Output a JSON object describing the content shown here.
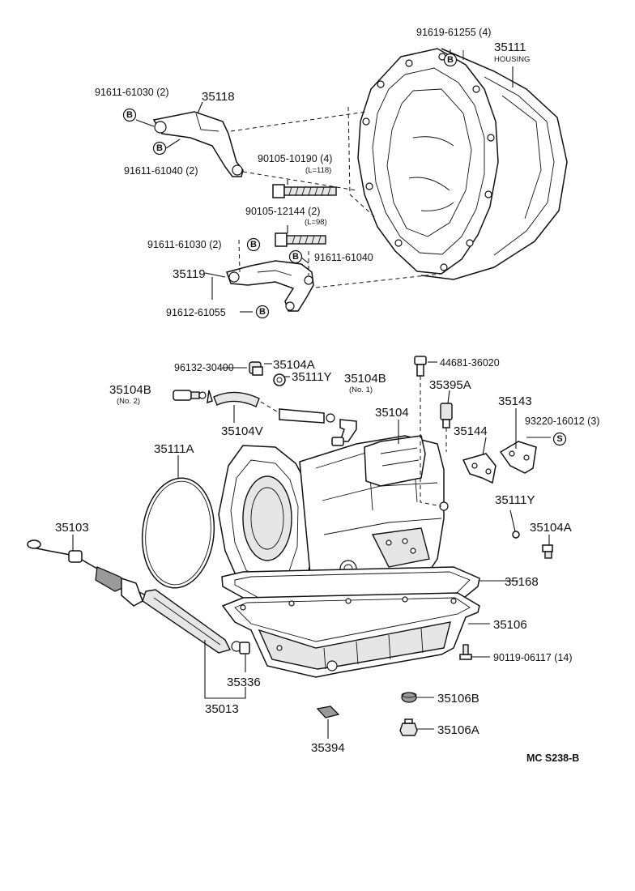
{
  "callouts": {
    "p_91619_61255": "91619-61255 (4)",
    "p_35111": "35111",
    "p_35111_sub": "HOUSING",
    "p_91611_61030_a": "91611-61030 (2)",
    "p_35118": "35118",
    "p_91611_61040_a": "91611-61040 (2)",
    "p_90105_10190": "90105-10190 (4)",
    "p_90105_10190_sub": "(L=118)",
    "p_90105_12144": "90105-12144 (2)",
    "p_90105_12144_sub": "(L=98)",
    "p_91611_61030_b": "91611-61030 (2)",
    "p_91611_61040_b": "91611-61040",
    "p_35119": "35119",
    "p_91612_61055": "91612-61055",
    "p_96132_30400": "96132-30400",
    "p_35104A_top": "35104A",
    "p_35111Y_top": "35111Y",
    "p_44681_36020": "44681-36020",
    "p_35104B_no2": "35104B",
    "p_35104B_no2_sub": "(No. 2)",
    "p_35104B_no1": "35104B",
    "p_35104B_no1_sub": "(No. 1)",
    "p_35395A": "35395A",
    "p_35143": "35143",
    "p_35104": "35104",
    "p_35104V": "35104V",
    "p_93220_16012": "93220-16012 (3)",
    "p_35144": "35144",
    "p_35111A": "35111A",
    "p_35111Y_mid": "35111Y",
    "p_35103": "35103",
    "p_35104A_mid": "35104A",
    "p_35168": "35168",
    "p_35106": "35106",
    "p_90119_06117": "90119-06117 (14)",
    "p_35336": "35336",
    "p_35013": "35013",
    "p_35106B": "35106B",
    "p_35106A": "35106A",
    "p_35394": "35394"
  },
  "badges": {
    "b": "B",
    "s": "S"
  },
  "footer": {
    "code": "MC  S238-B"
  }
}
